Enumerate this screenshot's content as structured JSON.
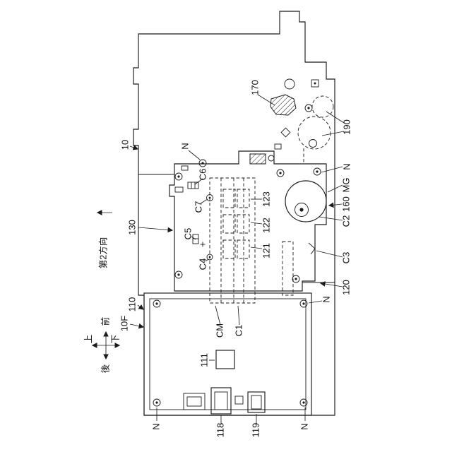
{
  "figure": {
    "background": "#ffffff",
    "ink": "#1a1a1a",
    "type": "patent-line-drawing"
  },
  "labels": {
    "r170": "170",
    "r190": "190",
    "r10": "10",
    "r130": "130",
    "r110": "110",
    "r10f": "10F",
    "r120": "120",
    "r160": "160",
    "rmg": "MG",
    "rc1": "C1",
    "rc2": "C2",
    "rc3": "C3",
    "rc4": "C4",
    "rc5": "C5",
    "rc6": "C6",
    "rc7": "C7",
    "r121": "121",
    "r122": "122",
    "r123": "123",
    "rcm": "CM",
    "r111": "111",
    "r118": "118",
    "r119": "119",
    "rn_board": "N",
    "rn_right": "N",
    "rn_mid": "N",
    "rn_bl": "N",
    "rn_br": "N",
    "dir2": "第2方向",
    "up": "上",
    "down": "下",
    "front": "前",
    "rear": "後"
  }
}
